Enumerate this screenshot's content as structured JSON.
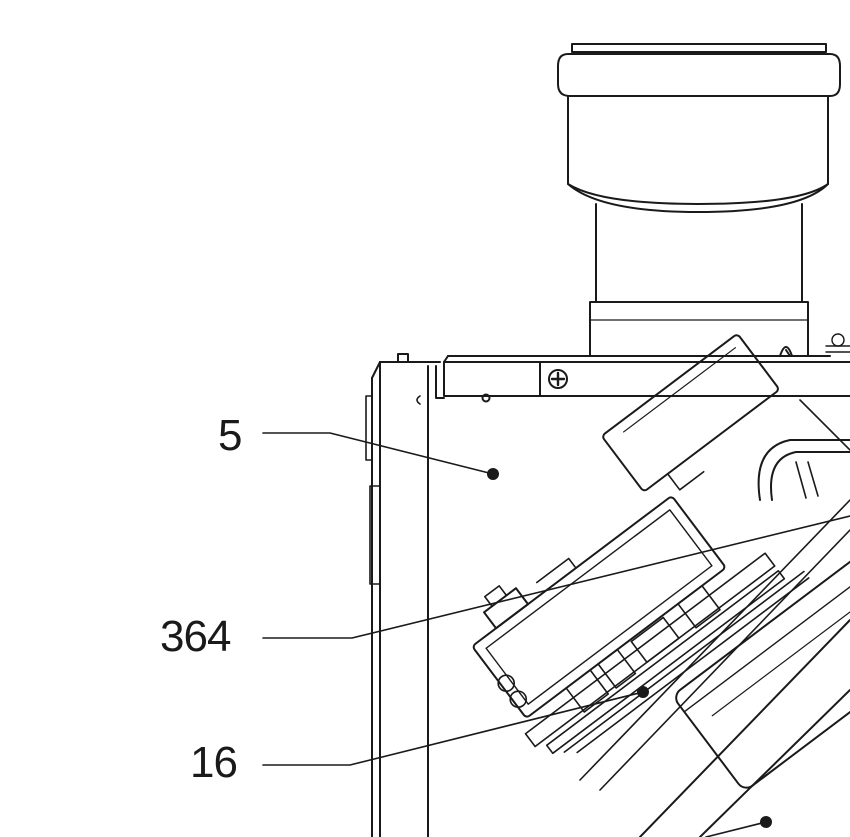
{
  "callouts": {
    "label_5": "5",
    "label_364": "364",
    "label_16": "16"
  },
  "colors": {
    "line": "#1a1a1a",
    "background": "#ffffff"
  }
}
